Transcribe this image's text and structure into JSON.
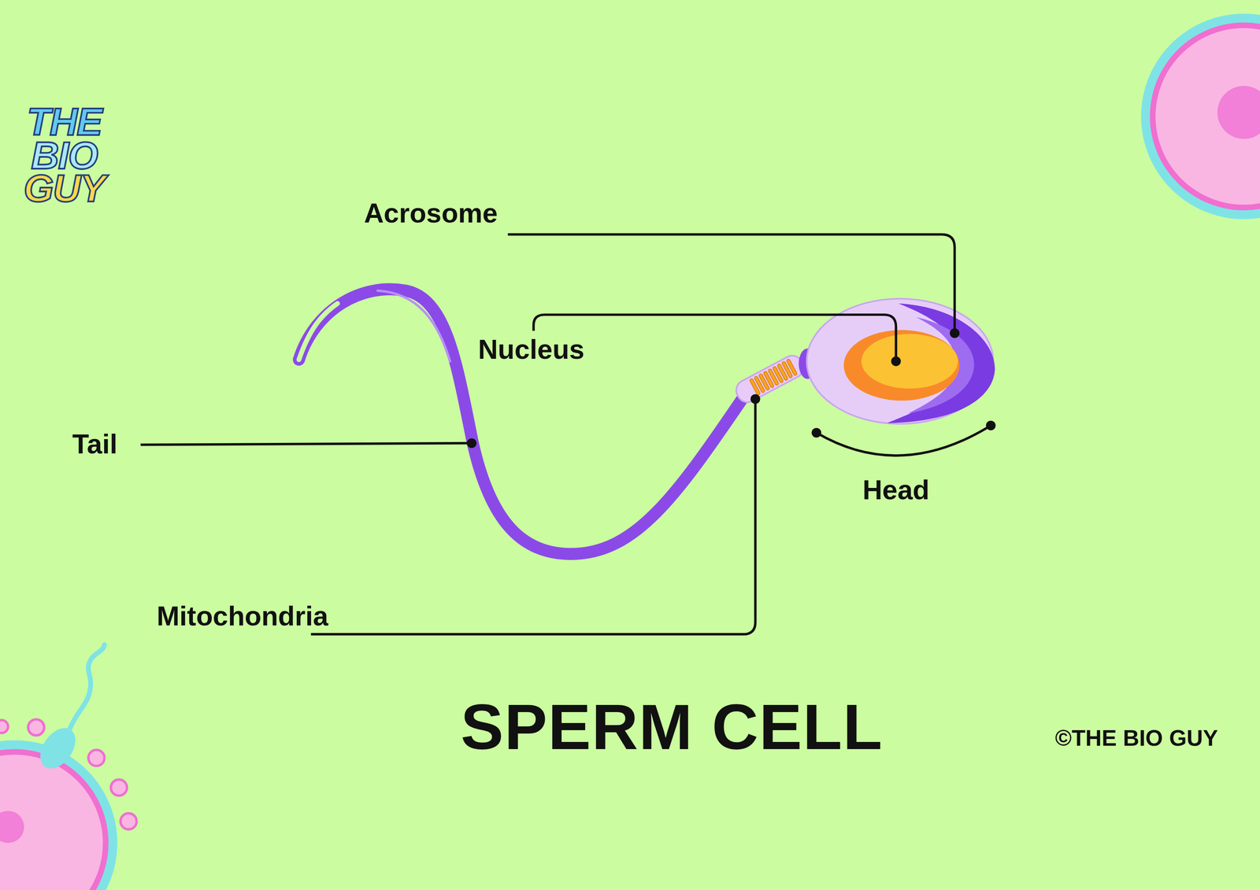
{
  "diagram": {
    "title": "SPERM CELL",
    "labels": [
      "THE",
      "BIO",
      "GUY",
      "Acrosome",
      "Nucleus",
      "Tail",
      "Mitochondria",
      "Head",
      "©THE BIO GUY"
    ]
  }
}
